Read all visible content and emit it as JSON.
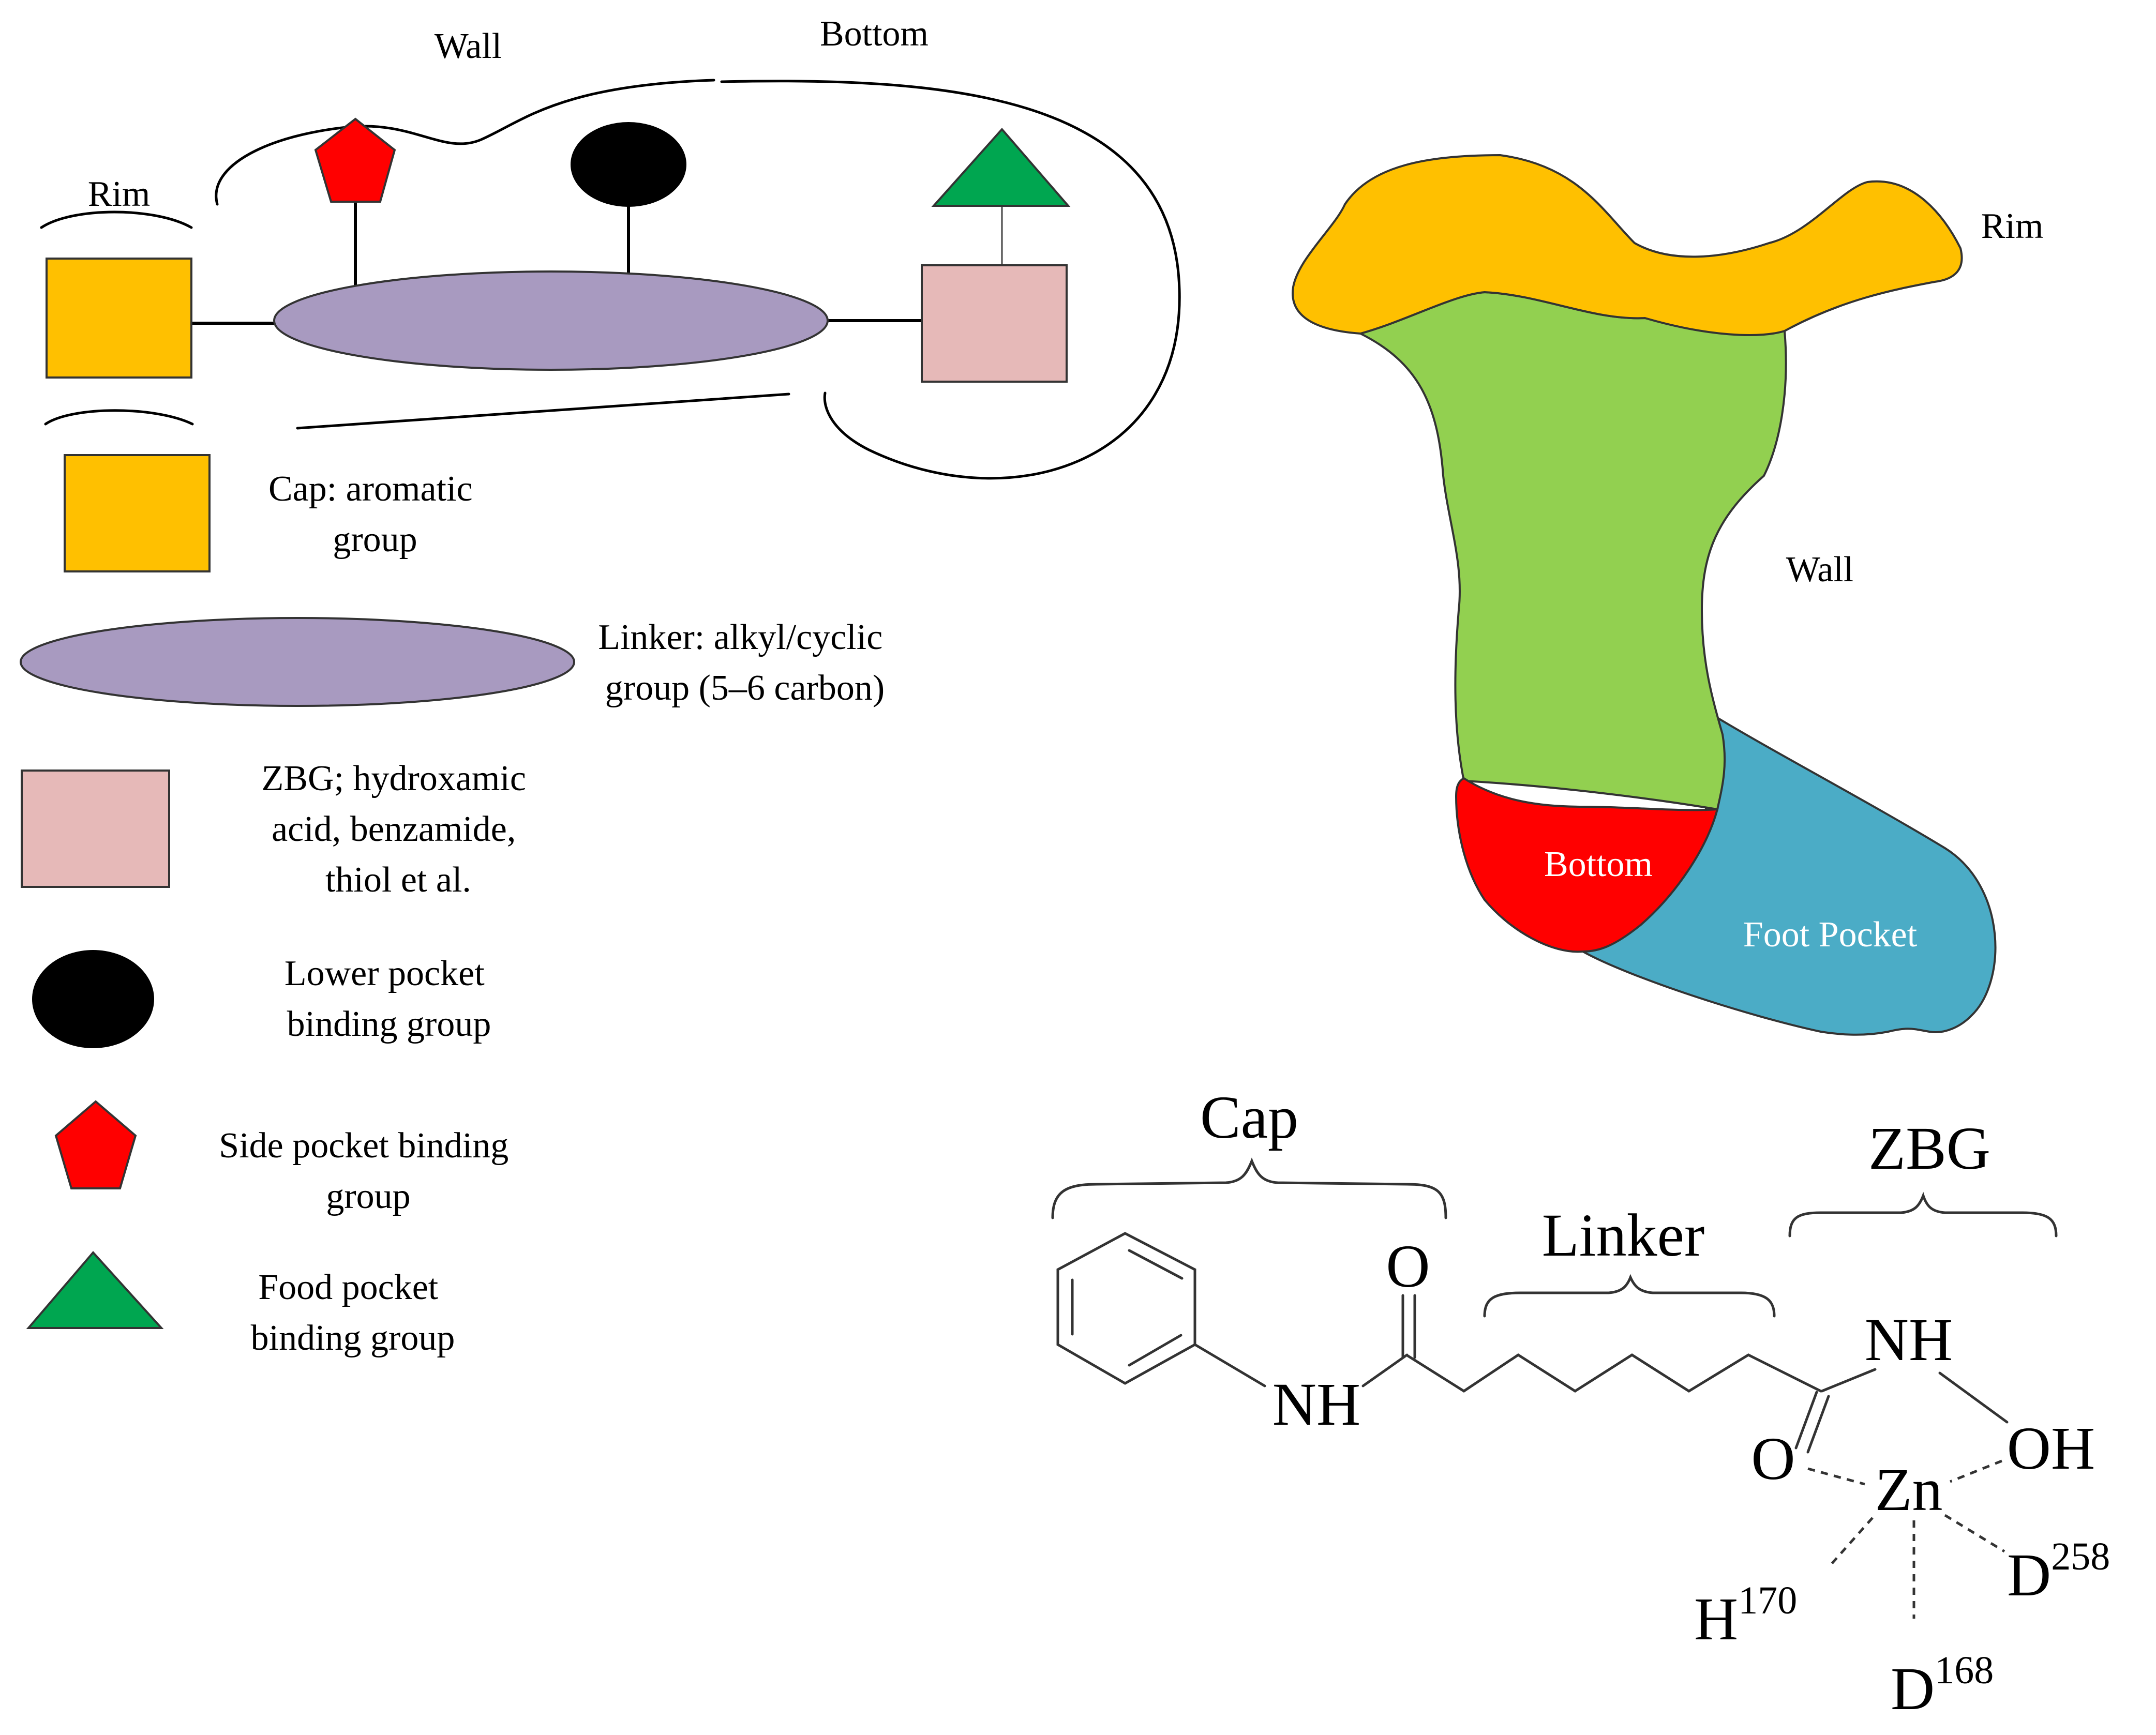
{
  "schematic": {
    "region_labels": {
      "wall": "Wall",
      "bottom": "Bottom",
      "rim": "Rim"
    }
  },
  "legend": {
    "cap": "Cap: aromatic group",
    "cap_lines": [
      "Cap: aromatic",
      "group"
    ],
    "linker": "Linker: alkyl/cyclic group (5–6 carbon)",
    "linker_lines": [
      "Linker: alkyl/cyclic",
      "group (5–6 carbon)"
    ],
    "zbg": "ZBG; hydroxamic acid, benzamide, thiol et al.",
    "zbg_lines": [
      "ZBG; hydroxamic",
      "acid, benzamide,",
      "thiol et al."
    ],
    "lower_pocket": "Lower pocket binding group",
    "lower_pocket_lines": [
      "Lower pocket",
      "binding group"
    ],
    "side_pocket": "Side pocket binding group",
    "side_pocket_lines": [
      "Side pocket binding",
      "group"
    ],
    "food_pocket": "Food pocket binding group",
    "food_pocket_lines": [
      "Food pocket",
      "binding group"
    ]
  },
  "pocket": {
    "rim": "Rim",
    "wall": "Wall",
    "bottom": "Bottom",
    "foot_pocket": "Foot Pocket"
  },
  "molecule": {
    "cap_label": "Cap",
    "linker_label": "Linker",
    "zbg_label": "ZBG",
    "atoms": {
      "o_carbonyl_1": "O",
      "nh_amide": "NH",
      "nh_hydroxamic": "NH",
      "oh": "OH",
      "o_carbonyl_2": "O",
      "zn": "Zn"
    },
    "residues": [
      {
        "letter": "D",
        "number": "258"
      },
      {
        "letter": "H",
        "number": "170"
      },
      {
        "letter": "D",
        "number": "168"
      }
    ]
  },
  "colors": {
    "cap_orange": "#FFC000",
    "linker_purple": "#A89AC0",
    "zbg_pink": "#E6B9B8",
    "lower_black": "#000000",
    "side_red": "#FF0000",
    "food_green": "#00A650",
    "wall_green": "#92D050",
    "bottom_red": "#FF0000",
    "foot_blue": "#4BACC6"
  }
}
